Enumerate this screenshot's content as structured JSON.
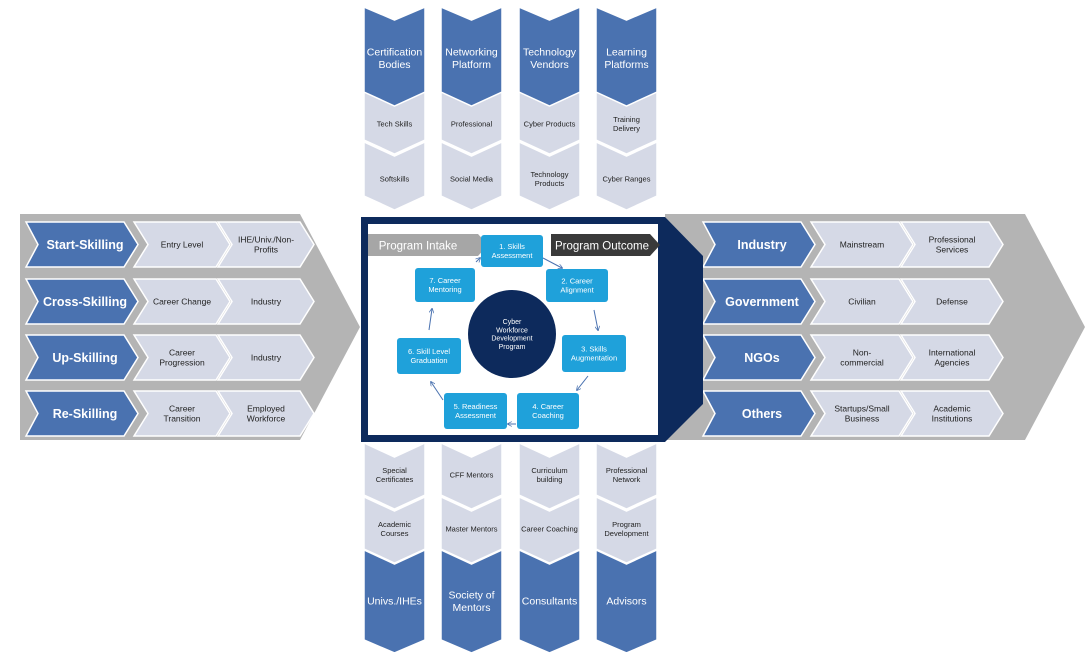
{
  "colors": {
    "dark_blue": "#4a72b0",
    "light_gray": "#d5d9e6",
    "big_arrow_gray": "#b4b4b4",
    "center_navy": "#0d2a5c",
    "cyan_box": "#1fa1da",
    "intake_gray": "#a6a6a6",
    "outcome_dark": "#3a3a3a"
  },
  "top_columns": [
    {
      "header": [
        "Certification",
        "Bodies"
      ],
      "items": [
        [
          "Tech Skills"
        ],
        [
          "Softskills"
        ]
      ]
    },
    {
      "header": [
        "Networking",
        "Platform"
      ],
      "items": [
        [
          "Professional"
        ],
        [
          "Social Media"
        ]
      ]
    },
    {
      "header": [
        "Technology",
        "Vendors"
      ],
      "items": [
        [
          "Cyber Products"
        ],
        [
          "Technology",
          "Products"
        ]
      ]
    },
    {
      "header": [
        "Learning",
        "Platforms"
      ],
      "items": [
        [
          "Training",
          "Delivery"
        ],
        [
          "Cyber Ranges"
        ]
      ]
    }
  ],
  "bottom_columns": [
    {
      "header": [
        "Univs./IHEs"
      ],
      "items": [
        [
          "Special",
          "Certificates"
        ],
        [
          "Academic",
          "Courses"
        ]
      ]
    },
    {
      "header": [
        "Society of",
        "Mentors"
      ],
      "items": [
        [
          "CFF Mentors"
        ],
        [
          "Master Mentors"
        ]
      ]
    },
    {
      "header": [
        "Consultants"
      ],
      "items": [
        [
          "Curriculum",
          "building"
        ],
        [
          "Career Coaching"
        ]
      ]
    },
    {
      "header": [
        "Advisors"
      ],
      "items": [
        [
          "Professional",
          "Network"
        ],
        [
          "Program",
          "Development"
        ]
      ]
    }
  ],
  "left_rows": [
    {
      "header": "Start-Skilling",
      "items": [
        [
          "Entry Level"
        ],
        [
          "IHE/Univ./Non-",
          "Profits"
        ]
      ]
    },
    {
      "header": "Cross-Skilling",
      "items": [
        [
          "Career Change"
        ],
        [
          "Industry"
        ]
      ]
    },
    {
      "header": "Up-Skilling",
      "items": [
        [
          "Career",
          "Progression"
        ],
        [
          "Industry"
        ]
      ]
    },
    {
      "header": "Re-Skilling",
      "items": [
        [
          "Career",
          "Transition"
        ],
        [
          "Employed",
          "Workforce"
        ]
      ]
    }
  ],
  "right_rows": [
    {
      "header": "Industry",
      "items": [
        [
          "Mainstream"
        ],
        [
          "Professional",
          "Services"
        ]
      ]
    },
    {
      "header": "Government",
      "items": [
        [
          "Civilian"
        ],
        [
          "Defense"
        ]
      ]
    },
    {
      "header": "NGOs",
      "items": [
        [
          "Non-",
          "commercial"
        ],
        [
          "International",
          "Agencies"
        ]
      ]
    },
    {
      "header": "Others",
      "items": [
        [
          "Startups/Small",
          "Business"
        ],
        [
          "Academic",
          "Institutions"
        ]
      ]
    }
  ],
  "center": {
    "intake_label": "Program Intake",
    "outcome_label": "Program Outcome",
    "hub": [
      "Cyber",
      "Workforce",
      "Development",
      "Program"
    ],
    "steps": [
      [
        "1. Skills",
        "Assessment"
      ],
      [
        "2. Career",
        "Alignment"
      ],
      [
        "3. Skills",
        "Augmentation"
      ],
      [
        "4. Career",
        "Coaching"
      ],
      [
        "5. Readiness",
        "Assessment"
      ],
      [
        "6. Skill Level",
        "Graduation"
      ],
      [
        "7. Career",
        "Mentoring"
      ]
    ]
  }
}
